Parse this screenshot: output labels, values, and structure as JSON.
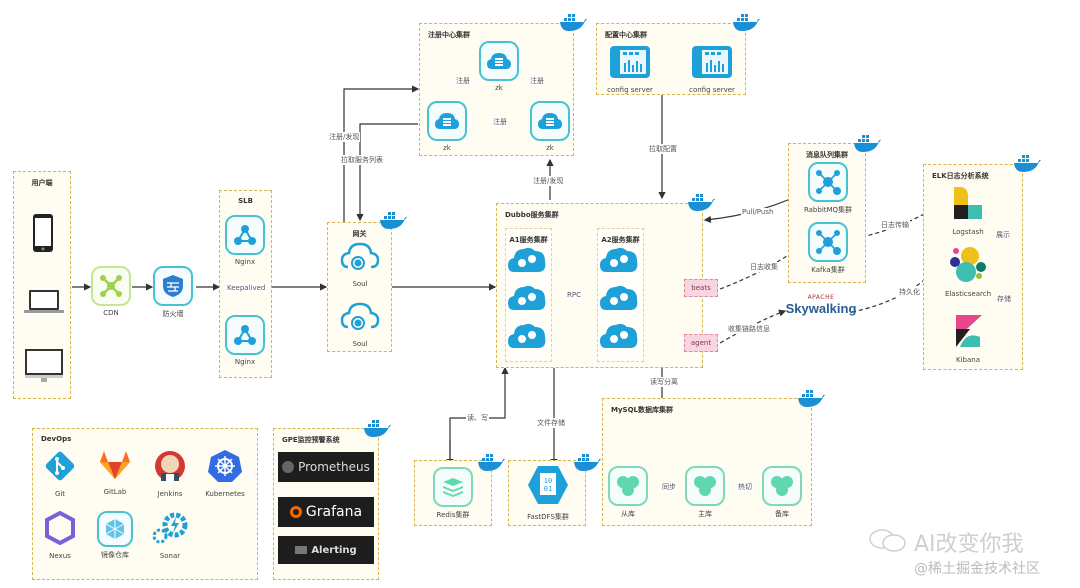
{
  "groups": {
    "client": {
      "title": "用户端",
      "devices": [
        "phone-icon",
        "laptop-icon",
        "desktop-icon"
      ]
    },
    "slb": {
      "title": "SLB",
      "nodes": [
        "Nginx",
        "Nginx"
      ],
      "link_label": "Keepalived"
    },
    "gateway": {
      "title": "网关",
      "nodes": [
        "Soul",
        "Soul"
      ]
    },
    "registry": {
      "title": "注册中心集群",
      "nodes": [
        "zk",
        "zk",
        "zk"
      ],
      "link_label": "注册"
    },
    "config": {
      "title": "配置中心集群",
      "nodes": [
        "config server",
        "config server"
      ]
    },
    "dubbo": {
      "title": "Dubbo服务集群",
      "a1": "A1服务集群",
      "a2": "A2服务集群",
      "rpc_label": "RPC",
      "beats": "beats",
      "agent": "agent"
    },
    "mq": {
      "title": "消息队列集群",
      "nodes": [
        "RabbitMQ集群",
        "Kafka集群"
      ]
    },
    "elk": {
      "title": "ELK日志分析系统",
      "nodes": [
        "Logstash",
        "Elasticsearch",
        "Kibana"
      ],
      "show_label": "展示",
      "store_label": "存储"
    },
    "devops": {
      "title": "DevOps",
      "tools": [
        "Git",
        "GitLab",
        "Jenkins",
        "Kubernetes",
        "Nexus",
        "镜像仓库",
        "Sonar"
      ]
    },
    "monitor": {
      "title": "GPE监控预警系统",
      "tools": [
        "Prometheus",
        "Grafana",
        "Alerting"
      ]
    },
    "redis": {
      "title": "Redis集群"
    },
    "fastdfs": {
      "title": "FastDFS集群",
      "icon_text": "10\n01"
    },
    "mysql": {
      "title": "MySQL数据库集群",
      "nodes": [
        "从库",
        "主库",
        "备库"
      ],
      "sync_label": "同步",
      "hot_label": "热切"
    }
  },
  "cdn": {
    "label": "CDN"
  },
  "firewall": {
    "label": "防火墙"
  },
  "skywalking": {
    "brand": "APACHE",
    "name": "Skywalking"
  },
  "edges": {
    "register_discover": "注册/发现",
    "pull_service_list": "拉取服务列表",
    "register_discover_2": "注册/发现",
    "pull_config": "拉取配置",
    "pull_push": "Pull/Push",
    "log_collect": "日志收集",
    "log_transfer": "日志传输",
    "trace_collect": "收集链路信息",
    "persist": "持久化",
    "read_write": "读、写",
    "file_store": "文件存储",
    "rw_split": "读写分离"
  },
  "watermark": {
    "line1": "AI改变你我",
    "line2": "@稀土掘金技术社区"
  },
  "colors": {
    "group_border": "#d9b34e",
    "accent": "#1ea0d8",
    "node_border": "#48c2d2",
    "mysql": "#5fd8b0",
    "pink": "#f9d6df"
  }
}
